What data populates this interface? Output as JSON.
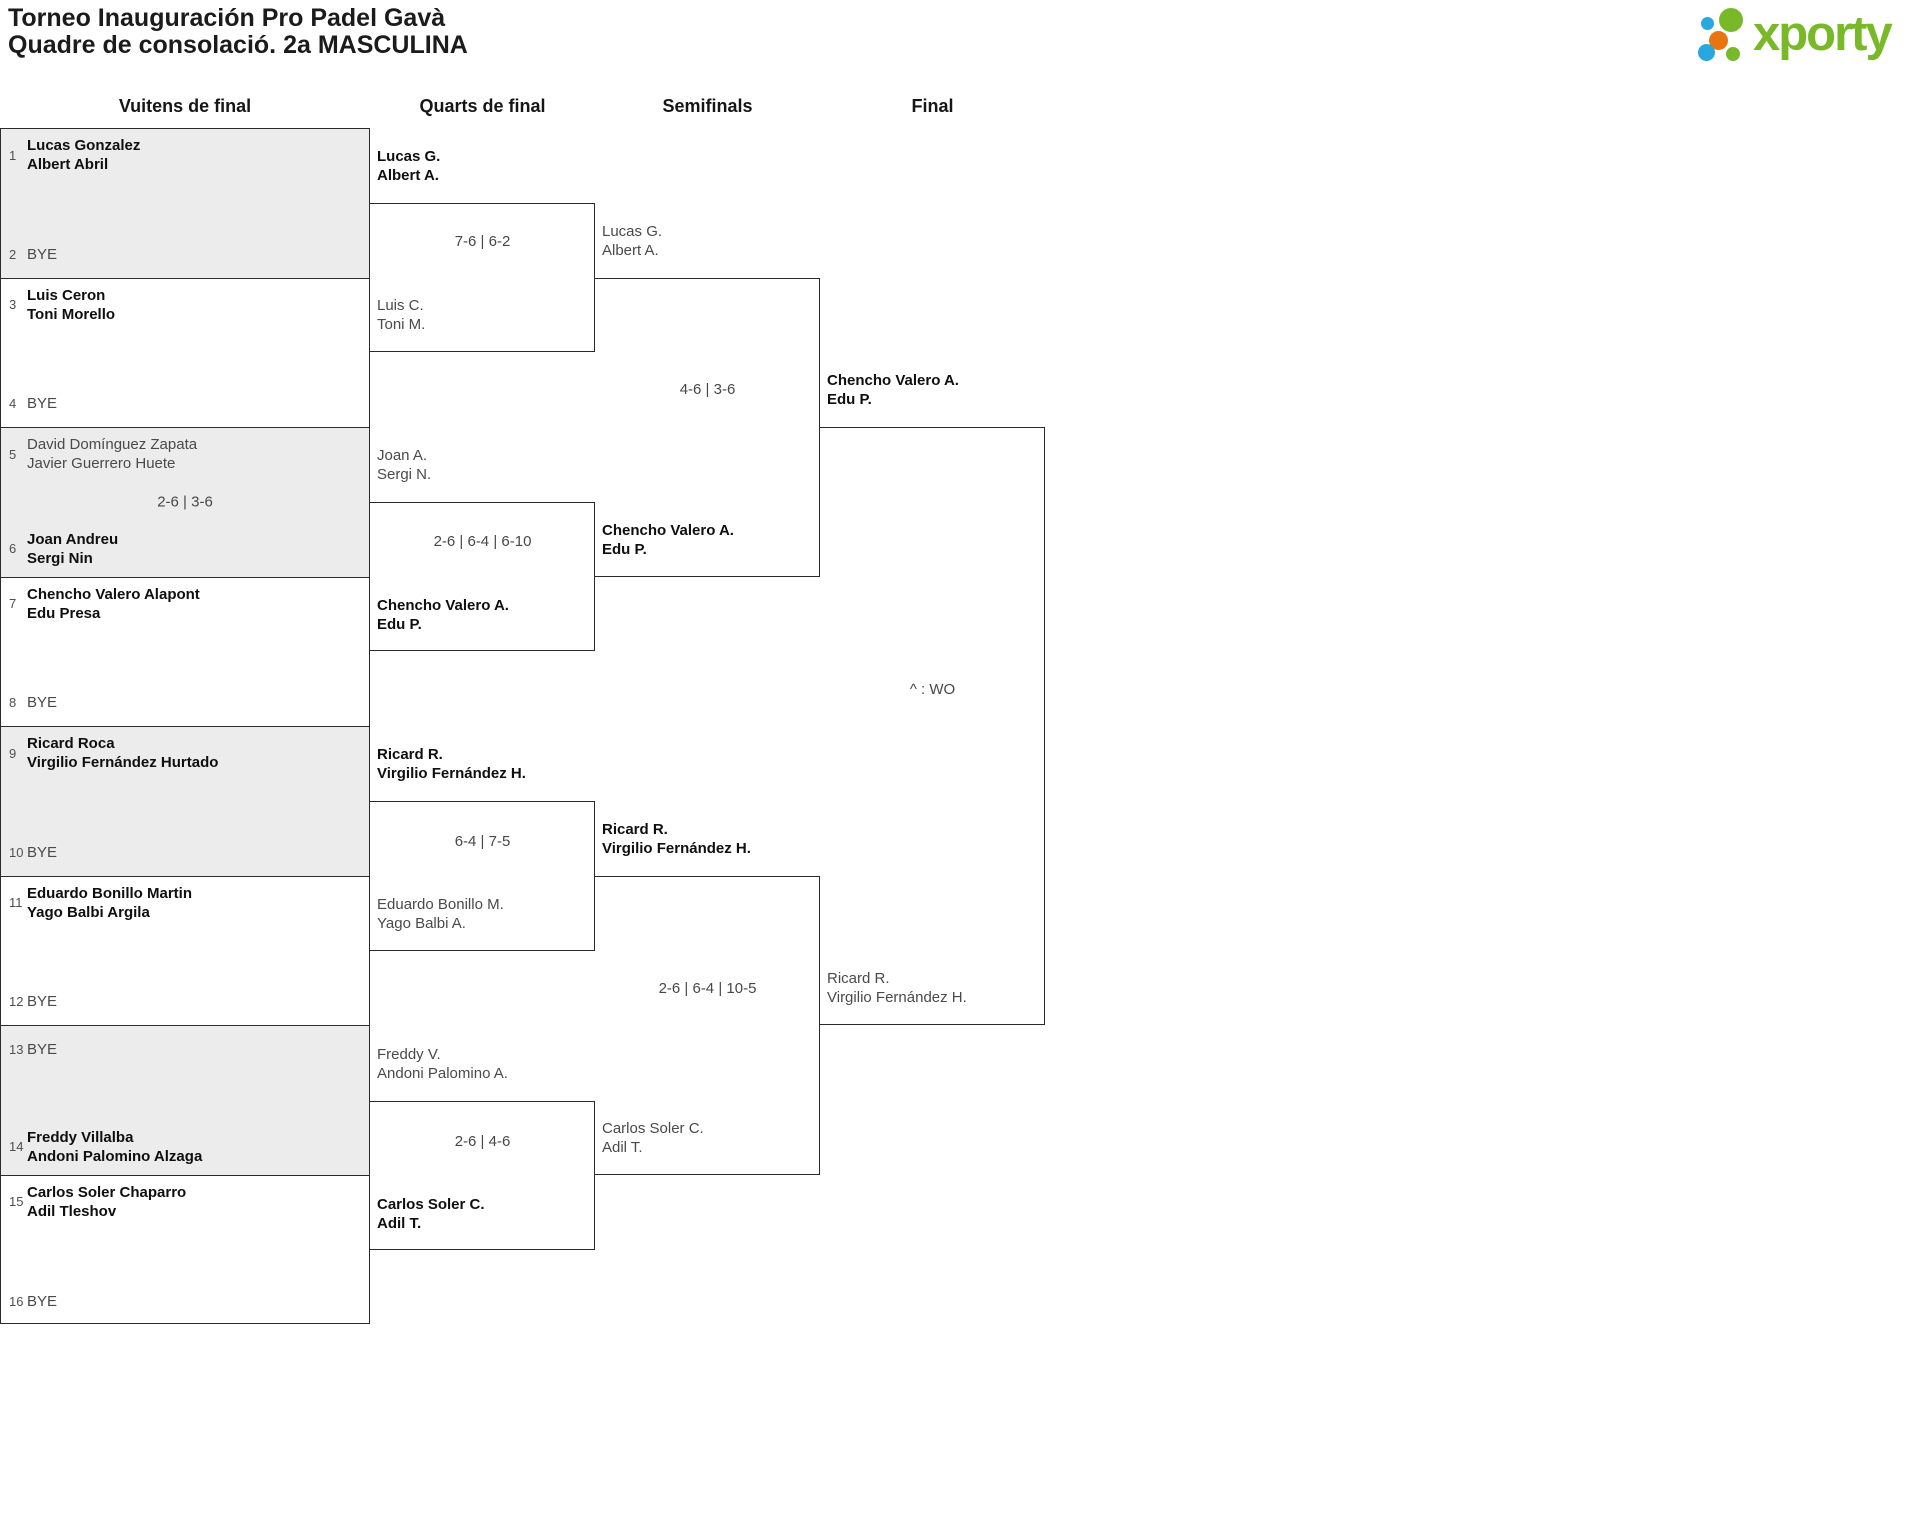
{
  "header": {
    "title_line1": "Torneo Inauguración Pro Padel Gavà",
    "title_line2": "Quadre de consolació. 2a MASCULINA",
    "logo_text": "xporty"
  },
  "colors": {
    "logo_green": "#79b829",
    "logo_blue": "#29a8e0",
    "logo_orange": "#e87511",
    "shaded_block": "#ececec",
    "line": "#2b2b2b"
  },
  "columns": {
    "r16": "Vuitens de final",
    "qf": "Quarts de final",
    "sf": "Semifinals",
    "final": "Final"
  },
  "round16": {
    "slots": [
      {
        "num": "1",
        "players": [
          "Lucas Gonzalez",
          "Albert Abril"
        ],
        "winner": true
      },
      {
        "num": "2",
        "players": [
          "BYE"
        ],
        "winner": false
      },
      {
        "num": "3",
        "players": [
          "Luis Ceron",
          "Toni Morello"
        ],
        "winner": true
      },
      {
        "num": "4",
        "players": [
          "BYE"
        ],
        "winner": false
      },
      {
        "num": "5",
        "players": [
          "David Domínguez Zapata",
          "Javier Guerrero Huete"
        ],
        "winner": false
      },
      {
        "num": "6",
        "players": [
          "Joan Andreu",
          "Sergi Nin"
        ],
        "winner": true
      },
      {
        "num": "7",
        "players": [
          "Chencho Valero Alapont",
          "Edu Presa"
        ],
        "winner": true
      },
      {
        "num": "8",
        "players": [
          "BYE"
        ],
        "winner": false
      },
      {
        "num": "9",
        "players": [
          "Ricard Roca",
          "Virgilio Fernández Hurtado"
        ],
        "winner": true
      },
      {
        "num": "10",
        "players": [
          "BYE"
        ],
        "winner": false
      },
      {
        "num": "11",
        "players": [
          "Eduardo Bonillo Martin",
          "Yago Balbi Argila"
        ],
        "winner": true
      },
      {
        "num": "12",
        "players": [
          "BYE"
        ],
        "winner": false
      },
      {
        "num": "13",
        "players": [
          "BYE"
        ],
        "winner": false
      },
      {
        "num": "14",
        "players": [
          "Freddy Villalba",
          "Andoni Palomino Alzaga"
        ],
        "winner": true
      },
      {
        "num": "15",
        "players": [
          "Carlos Soler Chaparro",
          "Adil Tleshov"
        ],
        "winner": true
      },
      {
        "num": "16",
        "players": [
          "BYE"
        ],
        "winner": false
      }
    ],
    "match3_score": "2-6 | 3-6"
  },
  "quarterfinals": [
    {
      "top": [
        "Lucas G.",
        "Albert A."
      ],
      "top_winner": true,
      "score": "7-6 | 6-2",
      "bottom": [
        "Luis C.",
        "Toni M."
      ],
      "bottom_winner": false
    },
    {
      "top": [
        "Joan A.",
        "Sergi N."
      ],
      "top_winner": false,
      "score": "2-6 | 6-4 | 6-10",
      "bottom": [
        "Chencho Valero A.",
        "Edu P."
      ],
      "bottom_winner": true
    },
    {
      "top": [
        "Ricard R.",
        "Virgilio Fernández H."
      ],
      "top_winner": true,
      "score": "6-4 | 7-5",
      "bottom": [
        "Eduardo Bonillo M.",
        "Yago Balbi A."
      ],
      "bottom_winner": false
    },
    {
      "top": [
        "Freddy V.",
        "Andoni Palomino A."
      ],
      "top_winner": false,
      "score": "2-6 | 4-6",
      "bottom": [
        "Carlos Soler C.",
        "Adil T."
      ],
      "bottom_winner": true
    }
  ],
  "semifinals": [
    {
      "top": [
        "Lucas G.",
        "Albert A."
      ],
      "top_winner": false,
      "score": "4-6 | 3-6",
      "bottom": [
        "Chencho Valero A.",
        "Edu P."
      ],
      "bottom_winner": true
    },
    {
      "top": [
        "Ricard R.",
        "Virgilio Fernández H."
      ],
      "top_winner": true,
      "score": "2-6 | 6-4 | 10-5",
      "bottom": [
        "Carlos Soler C.",
        "Adil T."
      ],
      "bottom_winner": false
    }
  ],
  "final": {
    "top": [
      "Chencho Valero A.",
      "Edu P."
    ],
    "top_winner": true,
    "score": "^ : WO",
    "bottom": [
      "Ricard R.",
      "Virgilio Fernández H."
    ],
    "bottom_winner": false
  }
}
